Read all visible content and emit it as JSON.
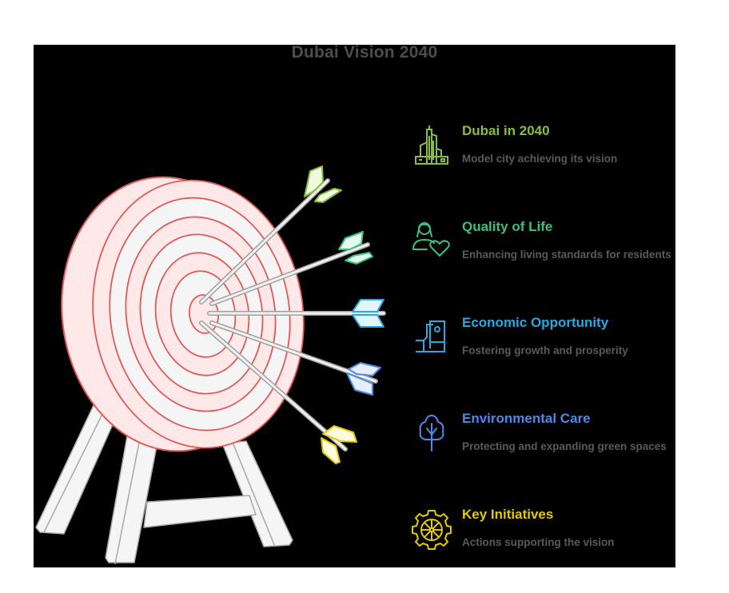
{
  "title": "Dubai Vision 2040",
  "colors": {
    "background": "#ffffff",
    "panel": "#000000",
    "title": "#4d4d4d",
    "subtitle": "#5a5a5a",
    "target_stroke": "#e05a5a",
    "target_fill_pink": "#ffe8e8",
    "target_fill_white": "#f5f5f5",
    "shaft": "#a0a0a0"
  },
  "items": [
    {
      "title": "Dubai in 2040",
      "subtitle": "Model city achieving its vision",
      "icon": "city-skyline-icon",
      "color": "#86bf3f",
      "fletch_fill": "#f3fbdf"
    },
    {
      "title": "Quality of Life",
      "subtitle": "Enhancing living standards for residents",
      "icon": "person-heart-icon",
      "color": "#3cc07c",
      "fletch_fill": "#e3fbef"
    },
    {
      "title": "Economic Opportunity",
      "subtitle": "Fostering growth and prosperity",
      "icon": "hand-money-icon",
      "color": "#2aa8e0",
      "fletch_fill": "#e3f5fd"
    },
    {
      "title": "Environmental Care",
      "subtitle": "Protecting and expanding green spaces",
      "icon": "tree-icon",
      "color": "#4a8be8",
      "fletch_fill": "#e5effd"
    },
    {
      "title": "Key Initiatives",
      "subtitle": "Actions supporting the vision",
      "icon": "gear-wheel-icon",
      "color": "#e3c900",
      "fletch_fill": "#fdfbdc"
    }
  ]
}
